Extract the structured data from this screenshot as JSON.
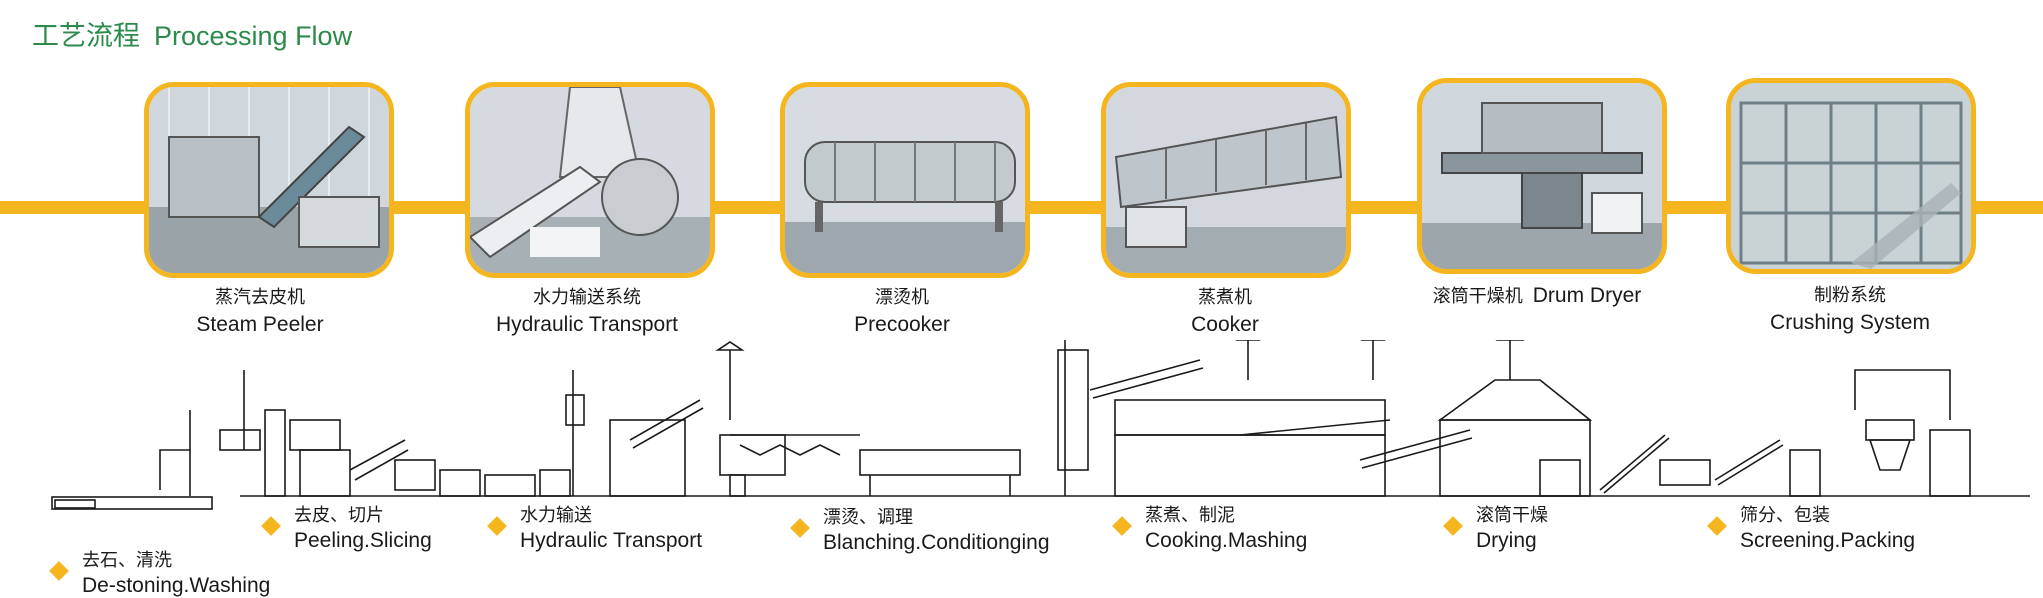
{
  "title": {
    "cn": "工艺流程",
    "en": "Processing Flow"
  },
  "equipment": [
    {
      "cn": "蒸汽去皮机",
      "en": "Steam Peeler"
    },
    {
      "cn": "水力输送系统",
      "en": "Hydraulic Transport"
    },
    {
      "cn": "漂烫机",
      "en": "Precooker"
    },
    {
      "cn": "蒸煮机",
      "en": "Cooker"
    },
    {
      "cn": "滚筒干燥机",
      "en": "Drum Dryer"
    },
    {
      "cn": "制粉系统",
      "en": "Crushing System"
    }
  ],
  "steps": [
    {
      "cn": "去石、清洗",
      "en": "De-stoning.Washing"
    },
    {
      "cn": "去皮、切片",
      "en": "Peeling.Slicing"
    },
    {
      "cn": "水力输送",
      "en": "Hydraulic Transport"
    },
    {
      "cn": "漂烫、调理",
      "en": "Blanching.Conditionging"
    },
    {
      "cn": "蒸煮、制泥",
      "en": "Cooking.Mashing"
    },
    {
      "cn": "滚筒干燥",
      "en": "Drying"
    },
    {
      "cn": "筛分、包装",
      "en": "Screening.Packing"
    }
  ],
  "colors": {
    "accent": "#f5b51e",
    "title": "#2c8a4b",
    "line": "#1a1a1a"
  }
}
